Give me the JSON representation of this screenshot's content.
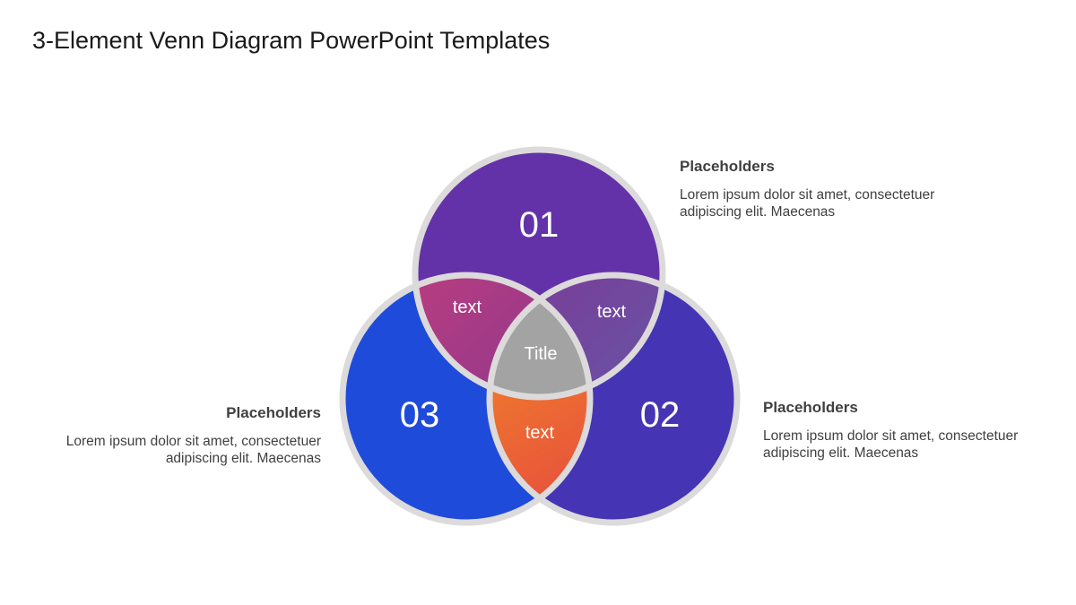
{
  "title": "3-Element Venn Diagram PowerPoint Templates",
  "circles": [
    {
      "number": "01",
      "color": "#6332A8"
    },
    {
      "number": "02",
      "color": "#4535B4"
    },
    {
      "number": "03",
      "color": "#1F4BDB"
    }
  ],
  "overlaps": {
    "top_left": "text",
    "top_right": "text",
    "bottom": "text",
    "center": "Title"
  },
  "callouts": [
    {
      "heading": "Placeholders",
      "body_line1": "Lorem ipsum dolor sit amet, consectetuer",
      "body_line2": "adipiscing elit. Maecenas"
    },
    {
      "heading": "Placeholders",
      "body_line1": "Lorem ipsum dolor sit amet, consectetuer",
      "body_line2": "adipiscing elit. Maecenas"
    },
    {
      "heading": "Placeholders",
      "body_line1": "Lorem ipsum dolor sit amet, consectetuer",
      "body_line2": "adipiscing elit. Maecenas"
    }
  ],
  "colors": {
    "overlap_top_left_a": "#C13F7C",
    "overlap_top_left_b": "#7A3396",
    "overlap_top_right_a": "#7C3A96",
    "overlap_top_right_b": "#5A66B0",
    "overlap_bottom_a": "#F7A01E",
    "overlap_bottom_b": "#E8573A",
    "center": "#A3A3A3",
    "outline": "#DCDADA"
  }
}
